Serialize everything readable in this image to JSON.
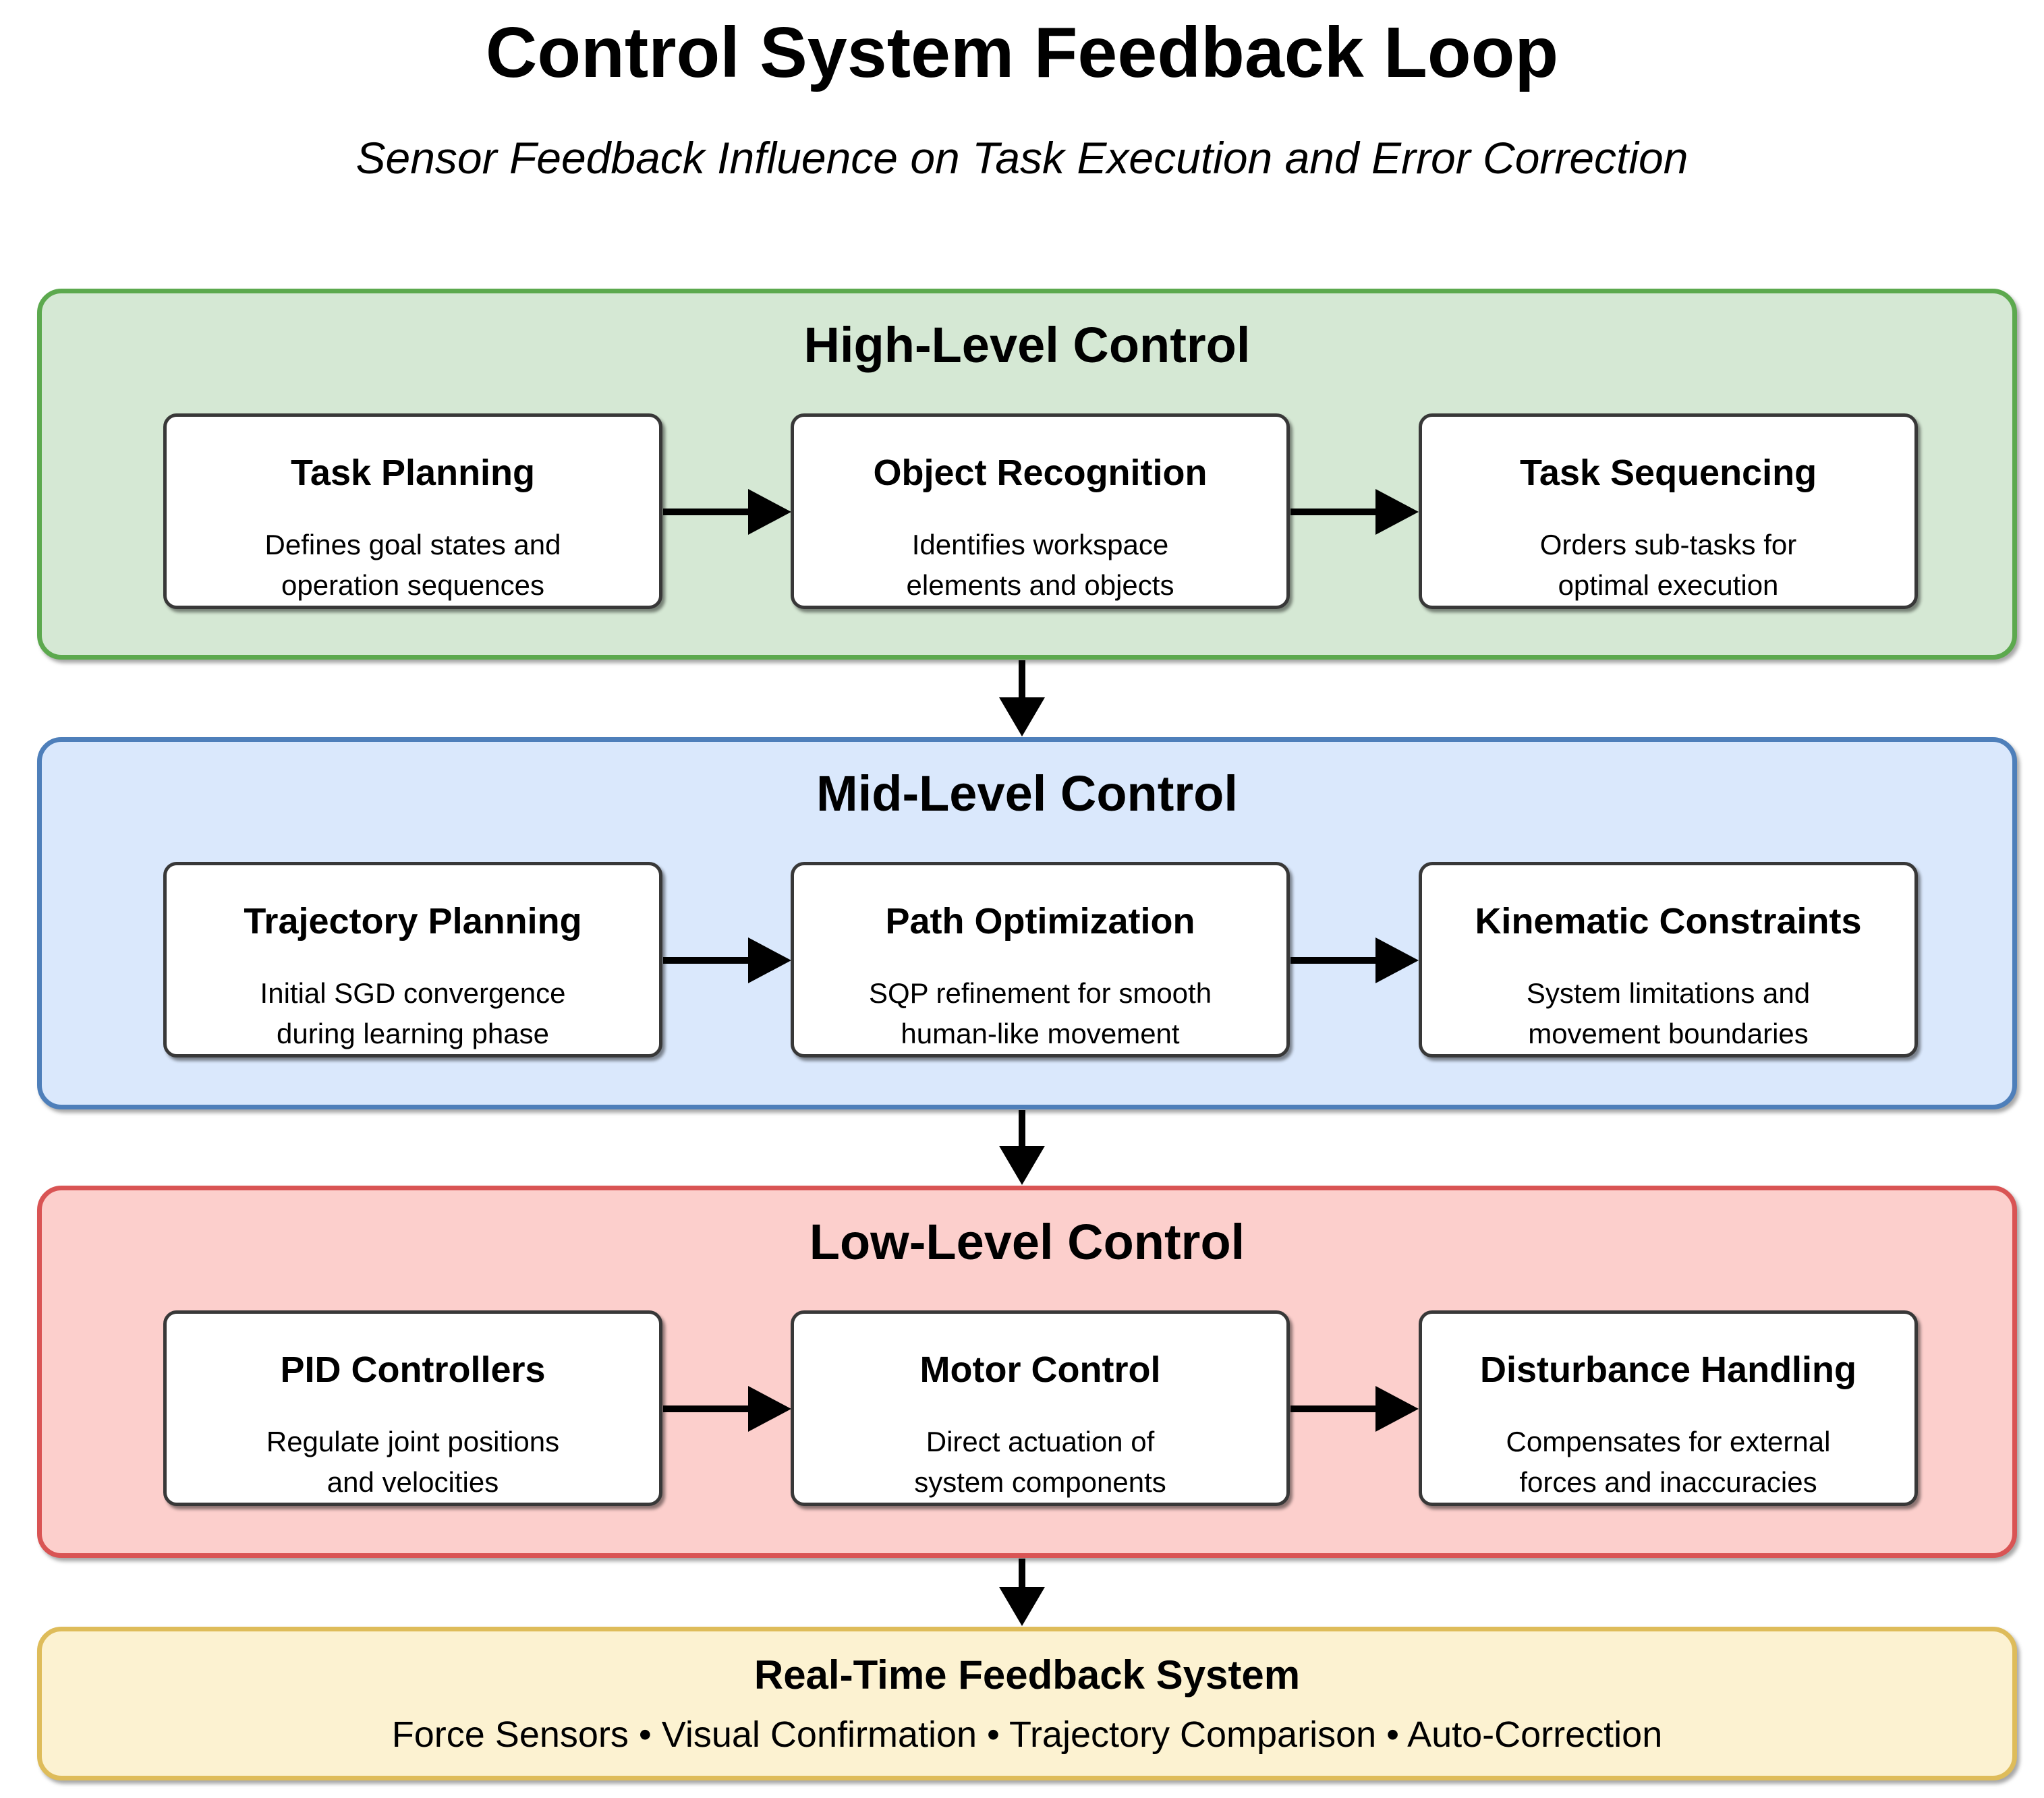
{
  "title": "Control System Feedback Loop",
  "subtitle": "Sensor Feedback Influence on Task Execution and Error Correction",
  "arrow_color": "#000000",
  "box_border_color": "#383838",
  "sections": [
    {
      "label": "High-Level Control",
      "colors": {
        "fill": "#d5e8d4",
        "border": "#5ca94e"
      },
      "boxes": [
        {
          "title": "Task Planning",
          "desc": [
            "Defines goal states and",
            "operation sequences"
          ]
        },
        {
          "title": "Object Recognition",
          "desc": [
            "Identifies workspace",
            "elements and objects"
          ]
        },
        {
          "title": "Task Sequencing",
          "desc": [
            "Orders sub-tasks for",
            "optimal execution"
          ]
        }
      ]
    },
    {
      "label": "Mid-Level Control",
      "colors": {
        "fill": "#dae8fc",
        "border": "#4e7fba"
      },
      "boxes": [
        {
          "title": "Trajectory Planning",
          "desc": [
            "Initial SGD convergence",
            "during learning phase"
          ]
        },
        {
          "title": "Path Optimization",
          "desc": [
            "SQP refinement for smooth",
            "human-like movement"
          ]
        },
        {
          "title": "Kinematic Constraints",
          "desc": [
            "System limitations and",
            "movement boundaries"
          ]
        }
      ]
    },
    {
      "label": "Low-Level Control",
      "colors": {
        "fill": "#fccfcc",
        "border": "#d95454"
      },
      "boxes": [
        {
          "title": "PID Controllers",
          "desc": [
            "Regulate joint positions",
            "and velocities"
          ]
        },
        {
          "title": "Motor Control",
          "desc": [
            "Direct actuation of",
            "system components"
          ]
        },
        {
          "title": "Disturbance Handling",
          "desc": [
            "Compensates for external",
            "forces and inaccuracies"
          ]
        }
      ]
    }
  ],
  "feedback": {
    "label": "Real-Time Feedback System",
    "items": "Force Sensors • Visual Confirmation • Trajectory Comparison • Auto-Correction",
    "colors": {
      "fill": "#fcf2d1",
      "border": "#debc5a"
    }
  }
}
